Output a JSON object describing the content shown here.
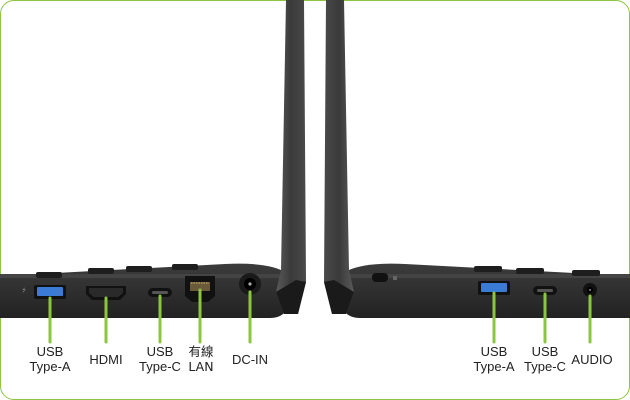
{
  "colors": {
    "border": "#8cc63f",
    "leader": "#8cc63f",
    "chassis": "#2b2b2b",
    "port_blue": "#3a7bd5",
    "label_text": "#222222"
  },
  "left_ports": [
    {
      "id": "usb-type-a-left",
      "label": "USB\nType-A",
      "icon": "usb-a-port-icon"
    },
    {
      "id": "hdmi",
      "label": "HDMI",
      "icon": "hdmi-port-icon"
    },
    {
      "id": "usb-type-c-left",
      "label": "USB\nType-C",
      "icon": "usb-c-port-icon"
    },
    {
      "id": "wired-lan",
      "label": "有線\nLAN",
      "icon": "ethernet-port-icon"
    },
    {
      "id": "dc-in",
      "label": "DC-IN",
      "icon": "dc-in-port-icon"
    }
  ],
  "right_ports": [
    {
      "id": "usb-type-a-right",
      "label": "USB\nType-A",
      "icon": "usb-a-port-icon"
    },
    {
      "id": "usb-type-c-right",
      "label": "USB\nType-C",
      "icon": "usb-c-port-icon"
    },
    {
      "id": "audio",
      "label": "AUDIO",
      "icon": "audio-jack-icon"
    }
  ]
}
